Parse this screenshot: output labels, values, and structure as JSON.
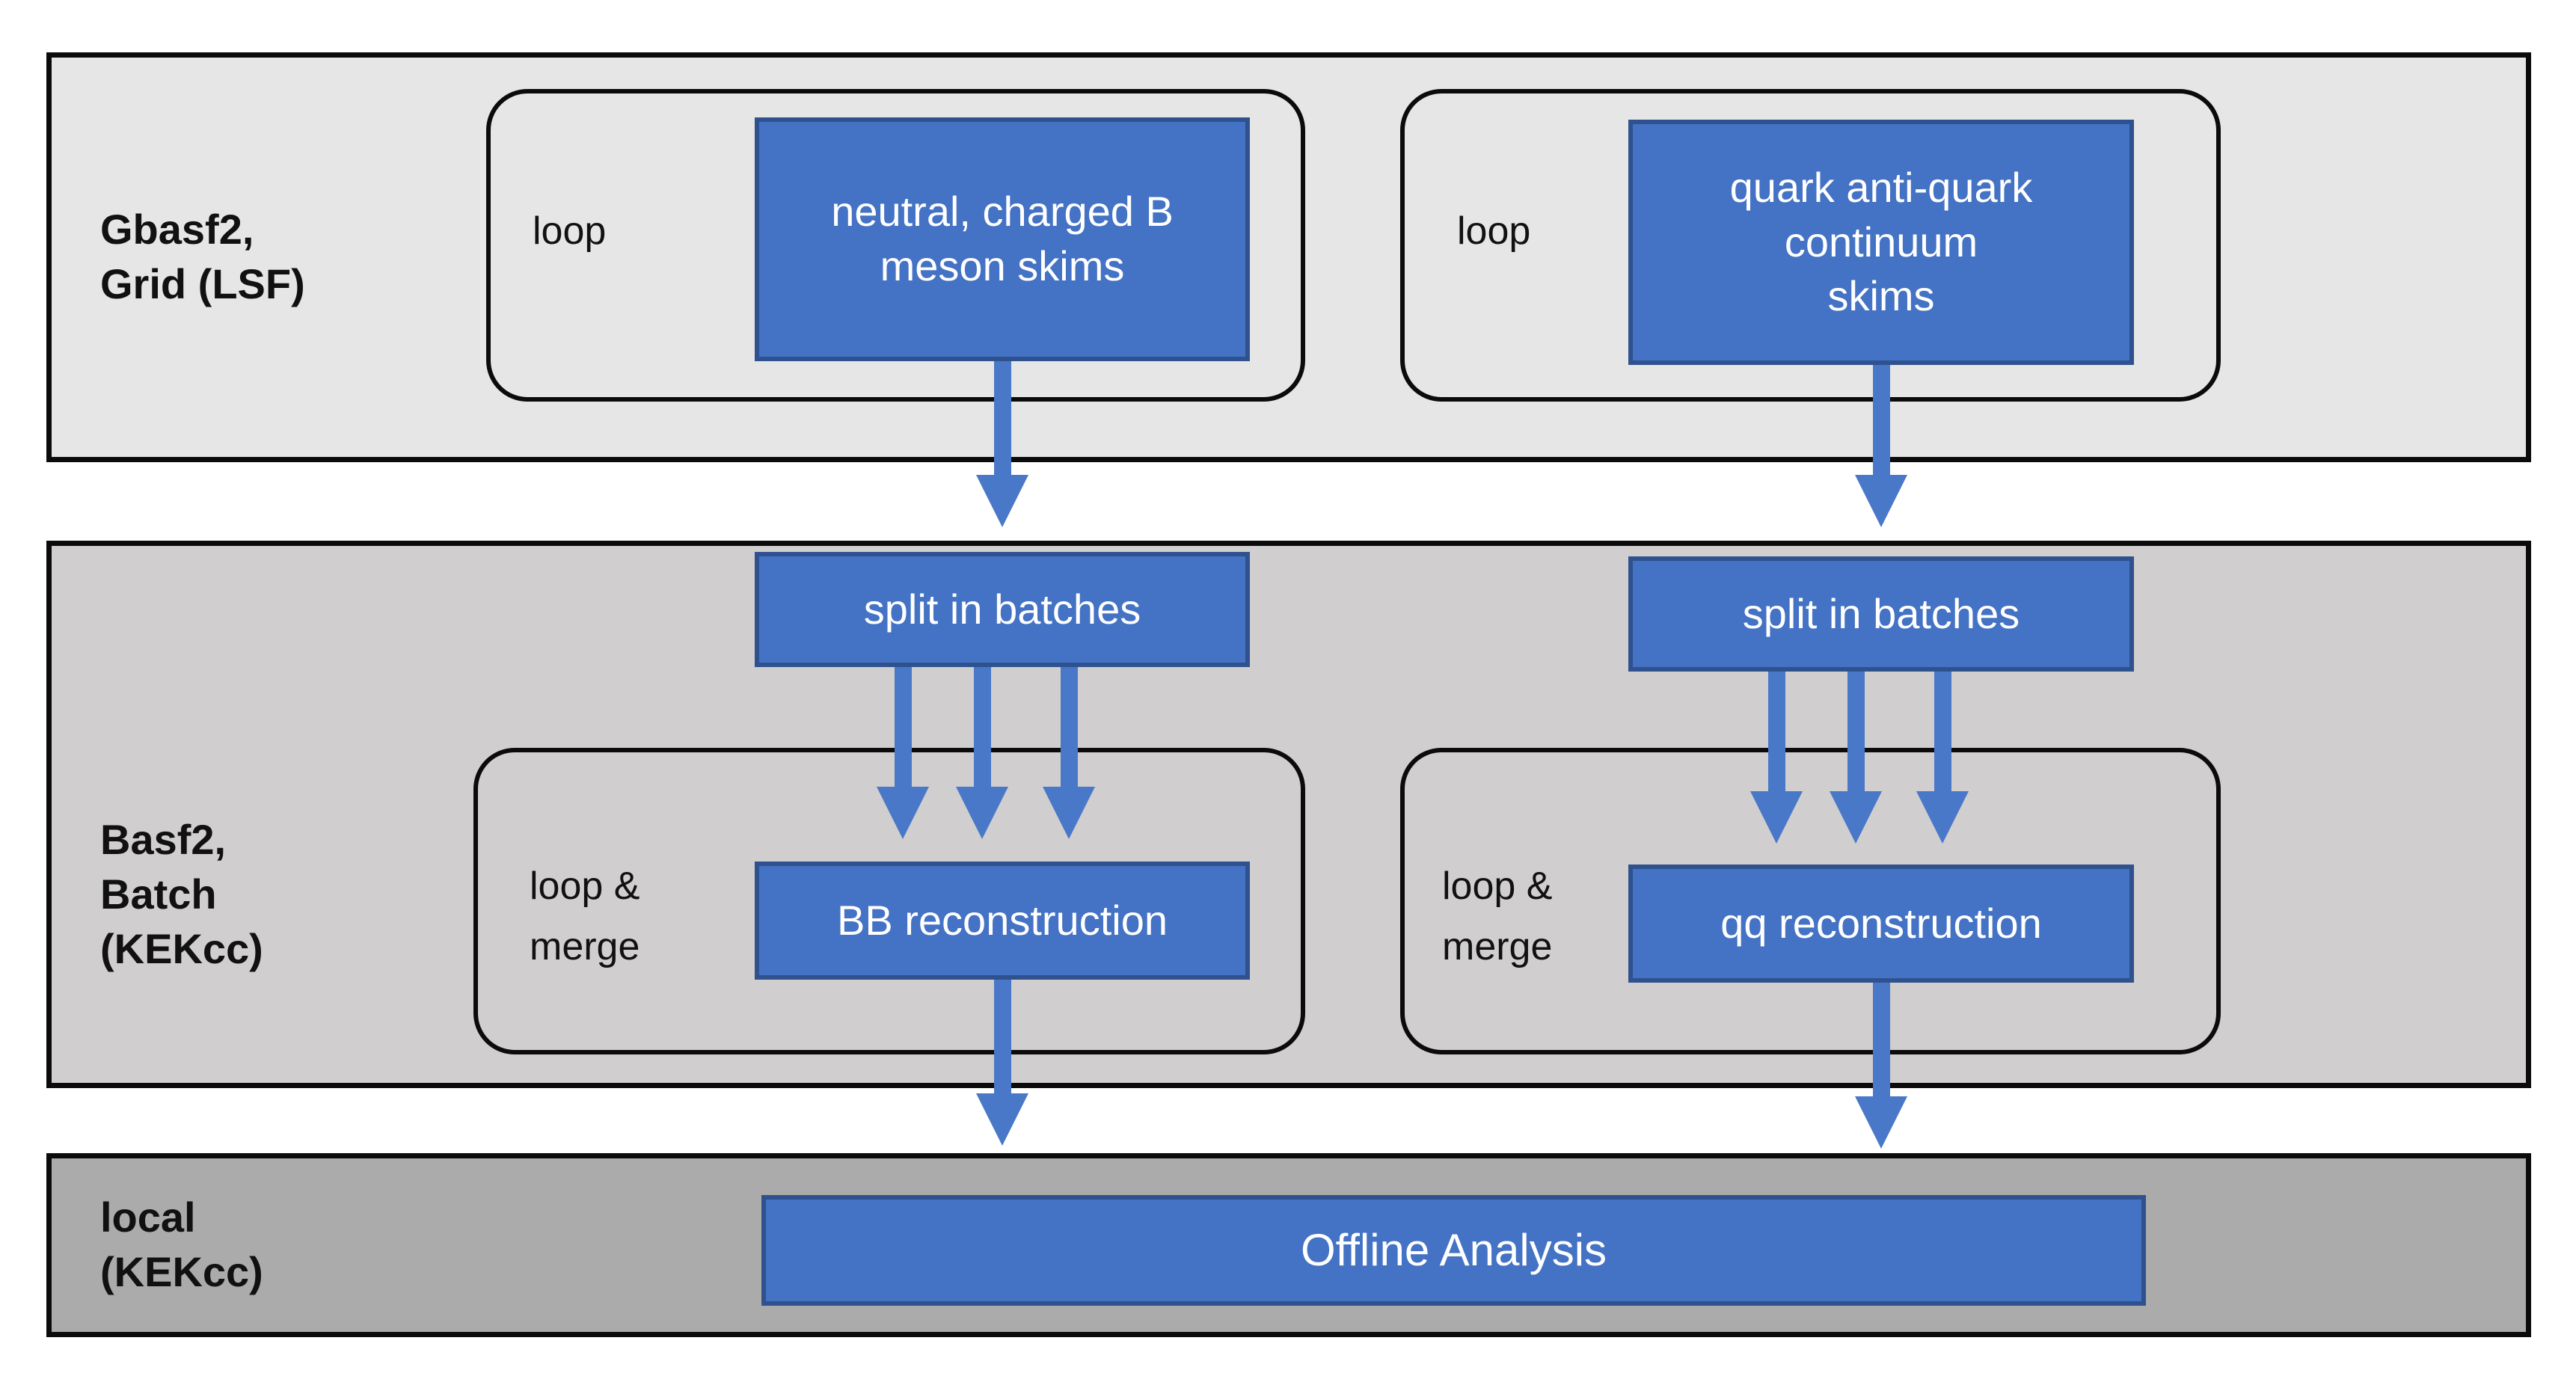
{
  "colors": {
    "accentBlue": "#4472C4",
    "accentBlueDark": "#2F528F",
    "arrowBlue": "#4A78C9",
    "band1Bg": "#E7E6E6",
    "band2Bg": "#D0CECE",
    "band3Bg": "#ABABAB",
    "bandBorder": "#0B0B0B",
    "boxText": "#FFFFFF",
    "labelText": "#111111"
  },
  "band1": {
    "label_lines": [
      "Gbasf2,",
      "Grid (LSF)"
    ],
    "left": {
      "loop_label": "loop",
      "box_lines": [
        "neutral, charged B",
        "meson skims"
      ]
    },
    "right": {
      "loop_label": "loop",
      "box_lines": [
        "quark anti-quark",
        "continuum",
        "skims"
      ]
    }
  },
  "band2": {
    "label_lines": [
      "Basf2,",
      "Batch",
      "(KEKcc)"
    ],
    "left": {
      "split_label": "split in batches",
      "loop_lines": [
        "loop &",
        "merge"
      ],
      "recon_label": "BB reconstruction"
    },
    "right": {
      "split_label": "split in batches",
      "loop_lines": [
        "loop &",
        "merge"
      ],
      "recon_label": "qq reconstruction"
    }
  },
  "band3": {
    "label_lines": [
      "local",
      "(KEKcc)"
    ],
    "box_label": "Offline Analysis"
  }
}
